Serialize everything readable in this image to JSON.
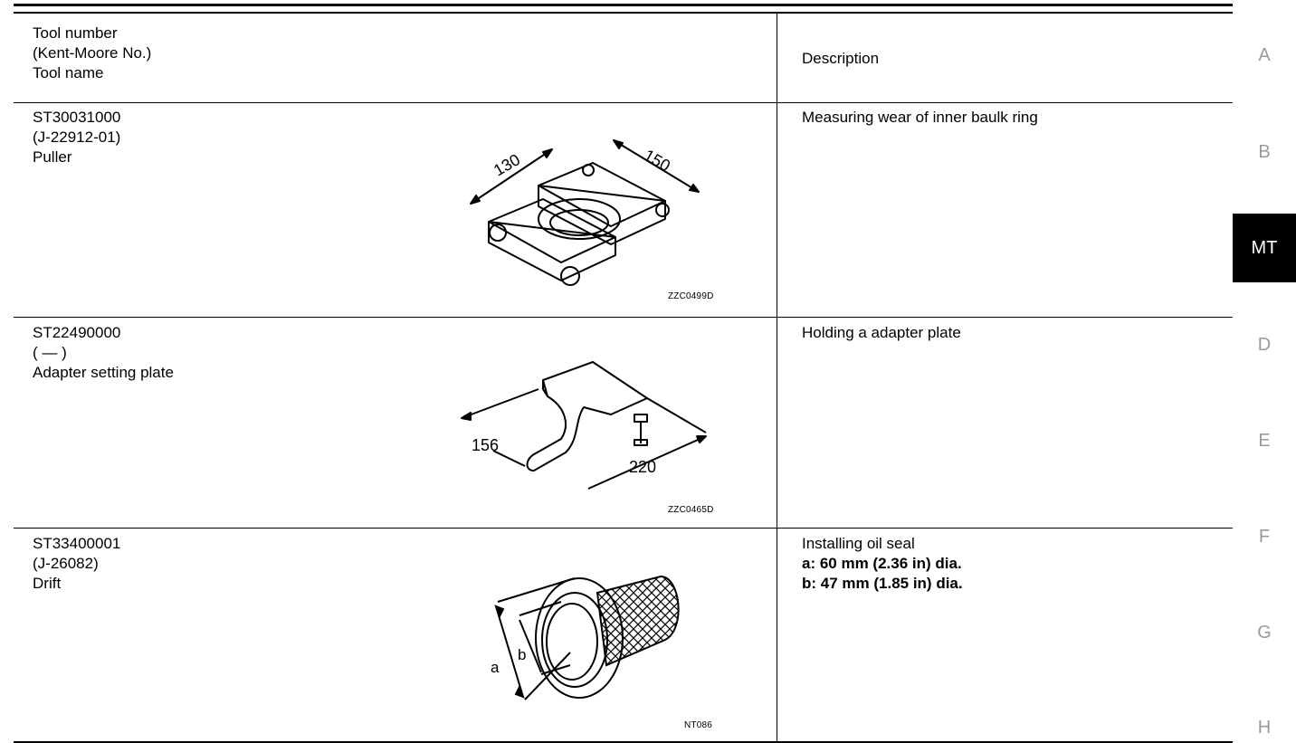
{
  "header": {
    "tool_lines": [
      "Tool number",
      "(Kent-Moore No.)",
      "Tool name"
    ],
    "description_label": "Description"
  },
  "rows": [
    {
      "tool_number": "ST30031000",
      "kent_moore": "(J-22912-01)",
      "tool_name": "Puller",
      "description": "Measuring wear of inner baulk ring",
      "figure_code": "ZZC0499D",
      "dims": [
        "130",
        "150"
      ]
    },
    {
      "tool_number": "ST22490000",
      "kent_moore": "(      —      )",
      "tool_name": "Adapter setting plate",
      "description": "Holding a adapter plate",
      "figure_code": "ZZC0465D",
      "dims": [
        "156",
        "220"
      ]
    },
    {
      "tool_number": "ST33400001",
      "kent_moore": "(J-26082)",
      "tool_name": "Drift",
      "description": "Installing oil seal",
      "spec_a": "a: 60 mm (2.36 in) dia.",
      "spec_b": "b: 47 mm (1.85 in) dia.",
      "figure_code": "NT086",
      "dims": [
        "a",
        "b"
      ]
    }
  ],
  "side_tabs": [
    "A",
    "B",
    "MT",
    "D",
    "E",
    "F",
    "G",
    "H"
  ],
  "active_tab": "MT"
}
